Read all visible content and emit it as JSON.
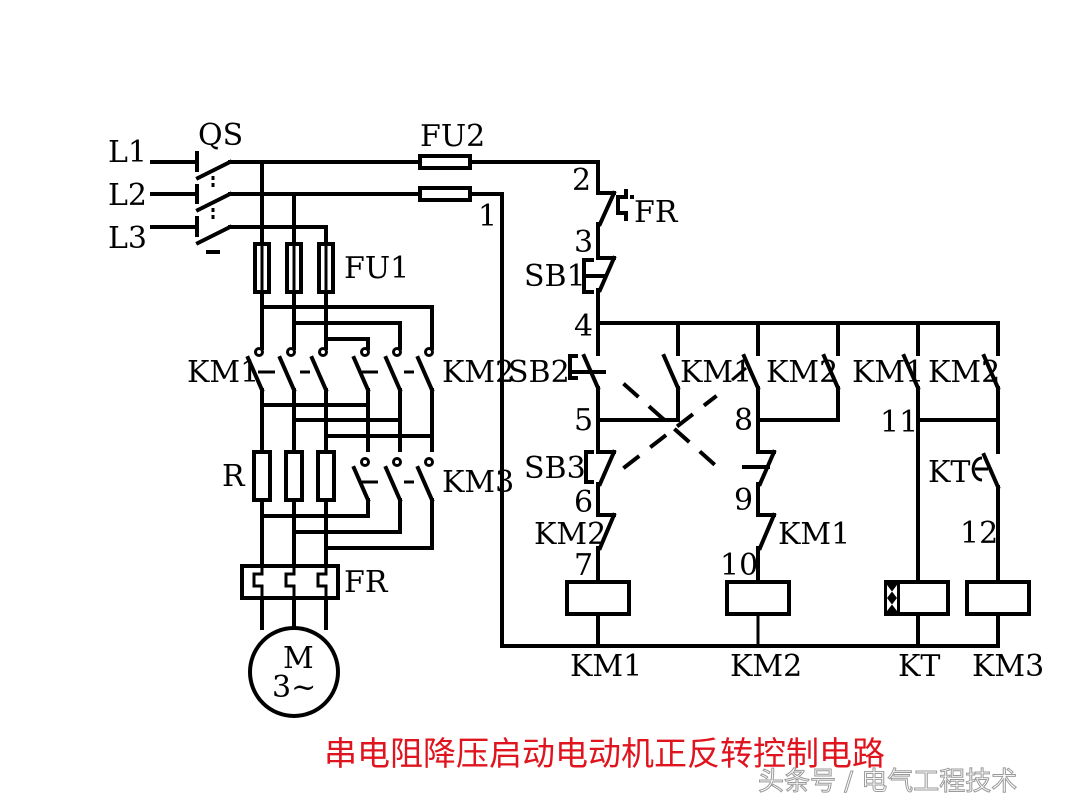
{
  "title": "串电阻降压启动电动机正反转控制电路",
  "watermark": "头条号 / 电气工程技术",
  "colors": {
    "title": "#e0141e",
    "line": "#000000",
    "background": "#ffffff"
  },
  "power": {
    "lines": [
      "L1",
      "L2",
      "L3"
    ],
    "switch": "QS",
    "fuse_main": "FU1",
    "fuse_control": "FU2",
    "contactor_forward": "KM1",
    "contactor_reverse": "KM2",
    "contactor_bypass": "KM3",
    "resistor": "R",
    "overload": "FR",
    "motor_label": "M",
    "motor_phase": "3~"
  },
  "control": {
    "nodes": [
      "1",
      "2",
      "3",
      "4",
      "5",
      "6",
      "7",
      "8",
      "9",
      "10",
      "11",
      "12"
    ],
    "contacts": {
      "fr": "FR",
      "stop": "SB1",
      "forward_start": "SB2",
      "reverse_start": "SB3",
      "km1_hold": "KM1",
      "km2_hold": "KM2",
      "km2_interlock": "KM2",
      "km1_interlock": "KM1",
      "km1_kt": "KM1",
      "km2_kt": "KM2",
      "kt_delay": "KT"
    },
    "coils": [
      "KM1",
      "KM2",
      "KT",
      "KM3"
    ]
  }
}
